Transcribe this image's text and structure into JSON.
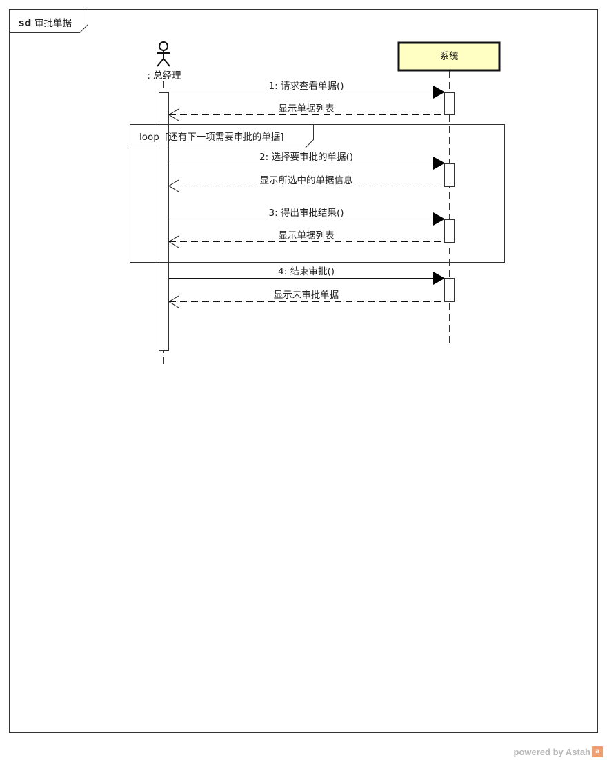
{
  "frame": {
    "keyword": "sd",
    "name": "审批单据"
  },
  "actor": {
    "label": ": 总经理"
  },
  "system": {
    "label": "系统",
    "fill": "#ffffc4"
  },
  "loop": {
    "keyword": "loop",
    "guard": "[还有下一项需要审批的单据]"
  },
  "messages": [
    {
      "label": "1: 请求查看单据()",
      "kind": "sync"
    },
    {
      "label": "显示单据列表",
      "kind": "reply"
    },
    {
      "label": "2: 选择要审批的单据()",
      "kind": "sync"
    },
    {
      "label": "显示所选中的单据信息",
      "kind": "reply"
    },
    {
      "label": "3: 得出审批结果()",
      "kind": "sync"
    },
    {
      "label": "显示单据列表",
      "kind": "reply"
    },
    {
      "label": "4: 结束审批()",
      "kind": "sync"
    },
    {
      "label": "显示未审批单据",
      "kind": "reply"
    }
  ],
  "footer": {
    "text": "powered by Astah",
    "logo": "a"
  }
}
